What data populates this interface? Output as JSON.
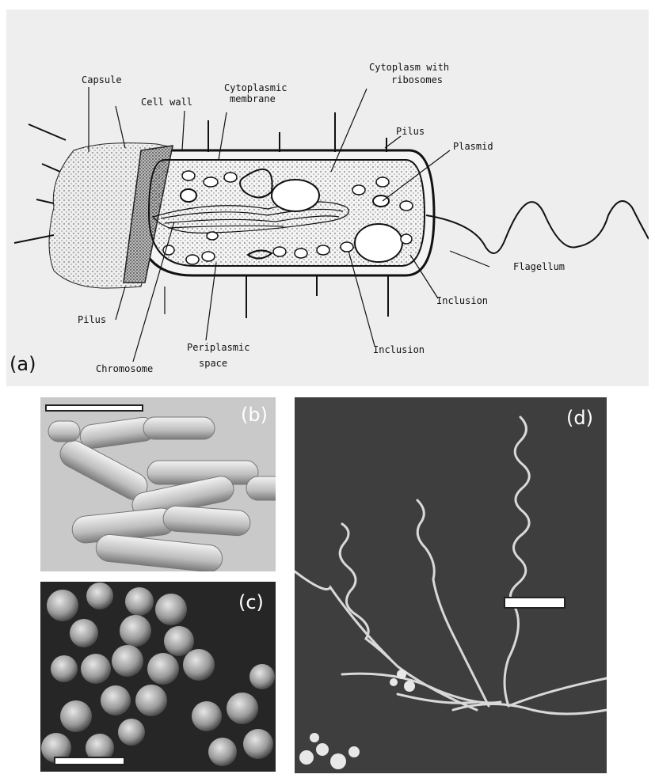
{
  "panels": {
    "a": {
      "label": "(a)",
      "annotations": {
        "capsule": "Capsule",
        "cell_wall": "Cell wall",
        "cytoplasmic_membrane_1": "Cytoplasmic",
        "cytoplasmic_membrane_2": "membrane",
        "cytoplasm_1": "Cytoplasm with",
        "cytoplasm_2": "ribosomes",
        "pilus_top": "Pilus",
        "plasmid": "Plasmid",
        "flagellum": "Flagellum",
        "inclusion_right": "Inclusion",
        "inclusion_bottom": "Inclusion",
        "periplasmic_1": "Periplasmic",
        "periplasmic_2": "space",
        "chromosome": "Chromosome",
        "pilus_left": "Pilus"
      }
    },
    "b": {
      "label": "(b)"
    },
    "c": {
      "label": "(c)"
    },
    "d": {
      "label": "(d)"
    }
  },
  "colors": {
    "panel_a_background": "#eeeeee",
    "ink": "#111111",
    "sem_dark": "#2a2a2a",
    "sem_light": "#cfcfcf"
  },
  "icons": [
    "bacterial-cell-diagram",
    "rod-bacteria-micrograph",
    "coccus-bacteria-micrograph",
    "flagella-micrograph"
  ]
}
